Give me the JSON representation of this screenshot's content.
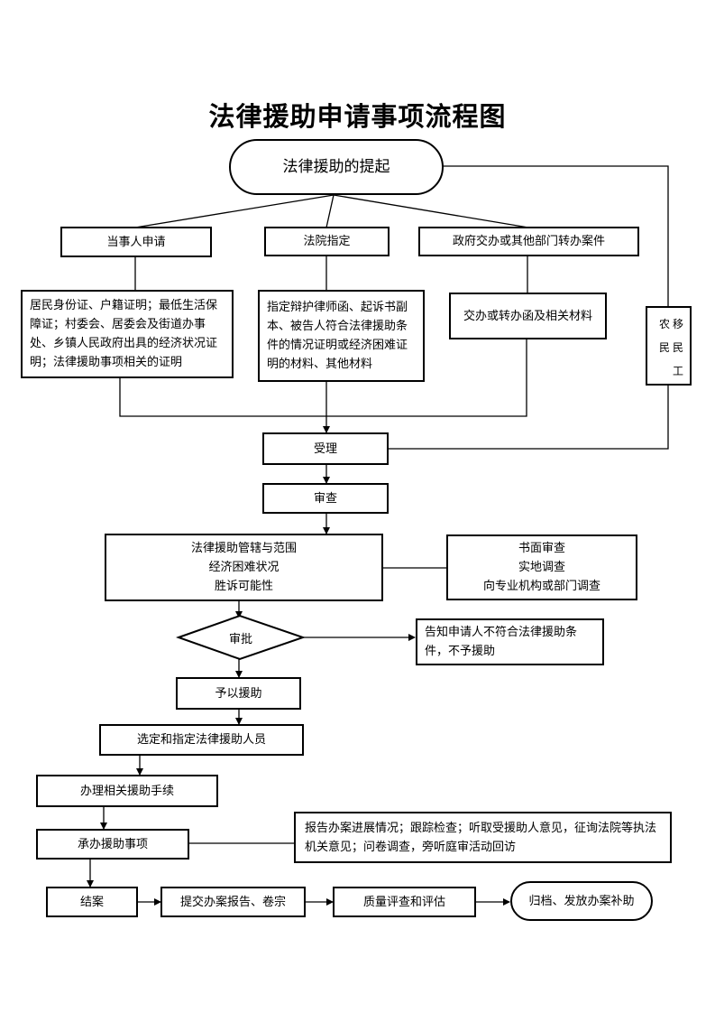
{
  "title": "法律援助申请事项流程图",
  "nodes": {
    "start": "法律援助的提起",
    "party_apply": "当事人申请",
    "court_assign": "法院指定",
    "gov_transfer": "政府交办或其他部门转办案件",
    "party_docs": "居民身份证、户籍证明；最低生活保障证；村委会、居委会及街道办事处、乡镇人民政府出具的经济状况证明；法律援助事项相关的证明",
    "court_docs": "指定辩护律师函、起诉书副本、被告人符合法律援助条件的情况证明或经济困难证明的材料、其他材料",
    "gov_docs": "交办或转办函及相关材料",
    "migrant_col1": "农民",
    "migrant_col2": "移民工",
    "accept": "受理",
    "review": "审查",
    "review_items": [
      "法律援助管辖与范围",
      "经济困难状况",
      "胜诉可能性"
    ],
    "review_methods": [
      "书面审查",
      "实地调查",
      "向专业机构或部门调查"
    ],
    "approve": "审批",
    "reject": "告知申请人不符合法律援助条件，不予援助",
    "grant": "予以援助",
    "select_staff": "选定和指定法律援助人员",
    "procedures": "办理相关援助手续",
    "handle": "承办援助事项",
    "supervision": "报告办案进展情况；跟踪检查；听取受援助人意见，征询法院等执法机关意见；问卷调查，旁听庭审活动回访",
    "close": "结案",
    "submit": "提交办案报告、卷宗",
    "quality": "质量评查和评估",
    "archive": "归档、发放办案补助"
  }
}
